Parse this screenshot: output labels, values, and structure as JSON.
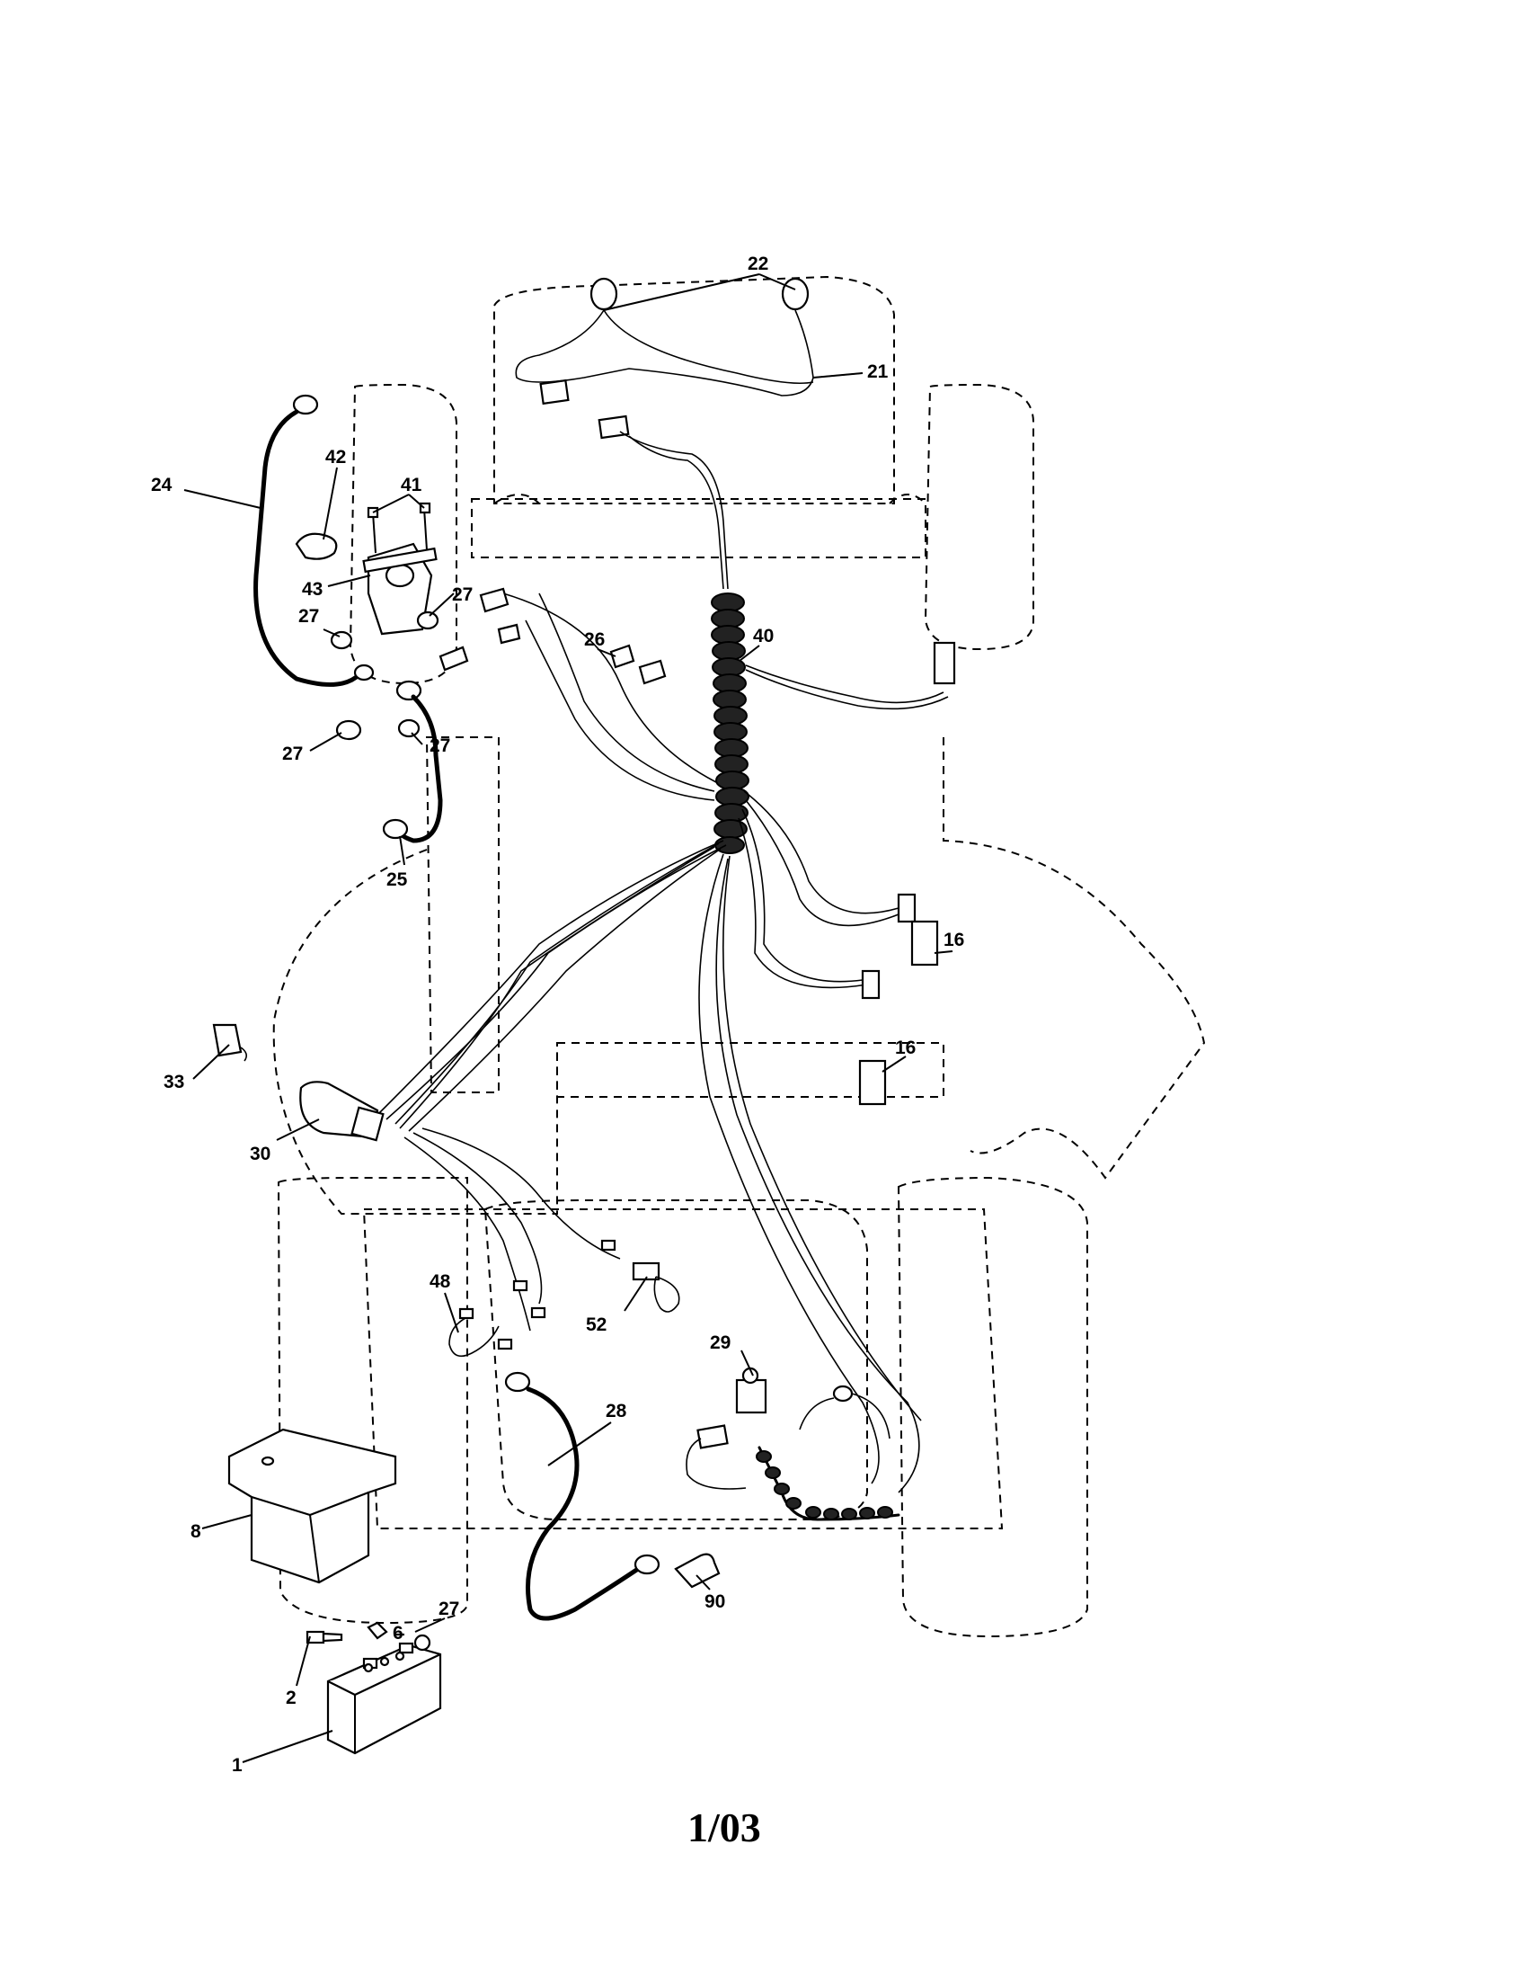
{
  "callouts": {
    "c1": "1",
    "c2": "2",
    "c6": "6",
    "c8": "8",
    "c16a": "16",
    "c16b": "16",
    "c21": "21",
    "c22": "22",
    "c24": "24",
    "c25": "25",
    "c26": "26",
    "c27a": "27",
    "c27b": "27",
    "c27c": "27",
    "c27d": "27",
    "c27e": "27",
    "c28": "28",
    "c29": "29",
    "c30": "30",
    "c33": "33",
    "c40": "40",
    "c41": "41",
    "c42": "42",
    "c43": "43",
    "c48": "48",
    "c52": "52",
    "c90": "90"
  },
  "footer": {
    "date_code": "1/03"
  }
}
